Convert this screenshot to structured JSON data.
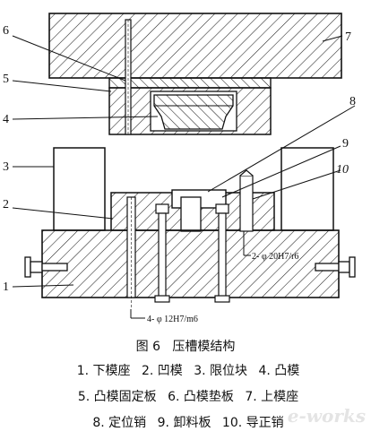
{
  "callouts": {
    "c1": "1",
    "c2": "2",
    "c3": "3",
    "c4": "4",
    "c5": "5",
    "c6": "6",
    "c7": "7",
    "c8": "8",
    "c9": "9",
    "c10": "10"
  },
  "dimensions": {
    "bottom_fit": "4- φ 12H7/m6",
    "right_fit": "2- φ 20H7/r6"
  },
  "caption": {
    "number": "图 6",
    "title": "压槽模结构"
  },
  "legend": [
    [
      "1. 下模座",
      "2. 凹模",
      "3. 限位块",
      "4. 凸模"
    ],
    [
      "5. 凸模固定板",
      "6. 凸模垫板",
      "7. 上模座"
    ],
    [
      "8. 定位销",
      "9. 卸料板",
      "10. 导正销"
    ]
  ],
  "watermark": "e-works"
}
